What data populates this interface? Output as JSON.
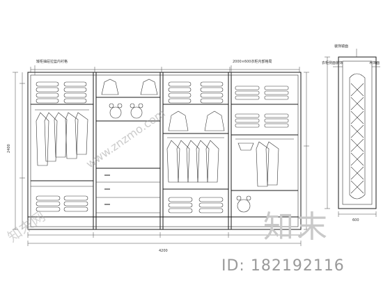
{
  "drawing": {
    "callouts": {
      "left_cabinet": "矮柜抽屉拉篮内衬格",
      "right_cabinet": "2000×600衣柜内部格局",
      "side_panel_top": "装饰镜面",
      "side_panel_left": "衣柜侧面装饰",
      "side_panel_right": "木饰面"
    },
    "dimensions": {
      "total_width": "4200",
      "total_height": "2400",
      "side_width": "600"
    }
  },
  "watermark": {
    "id_text": "ID: 182192116",
    "logo_text": "知末",
    "site_text": "www.znzmo.com",
    "corner_text": "知末网"
  }
}
